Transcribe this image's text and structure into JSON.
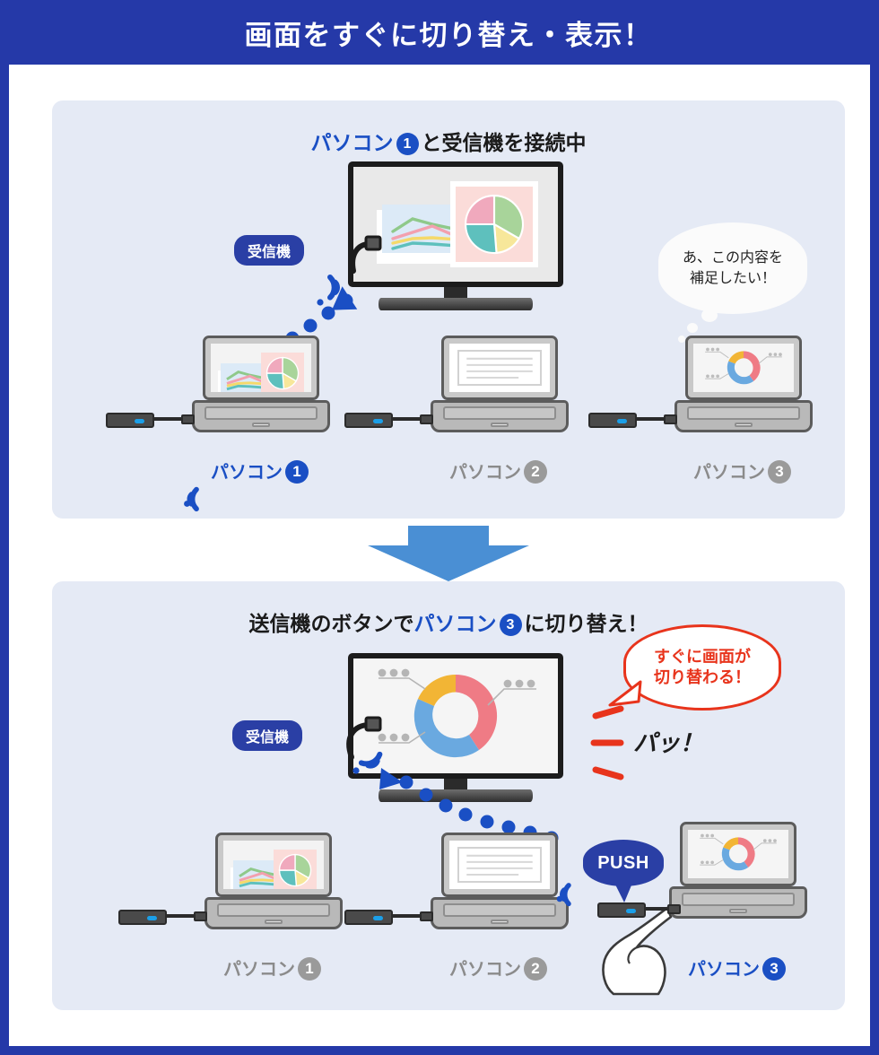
{
  "header": {
    "title": "画面をすぐに切り替え・表示！"
  },
  "colors": {
    "header_bg": "#2539a8",
    "panel_bg": "#e5eaf5",
    "accent_blue": "#1a4fc4",
    "pill_blue": "#2a3fa5",
    "arrow_blue": "#4a8fd4",
    "inactive_gray": "#9a9a9a",
    "alert_red": "#e8341c"
  },
  "panel1": {
    "title_prefix": "",
    "title_blue": "パソコン",
    "title_number": "1",
    "title_suffix": "と受信機を接続中",
    "receiver_label": "受信機",
    "thought_bubble": "あ、この内容を\n補足したい！",
    "thought_line1": "あ、この内容を",
    "thought_line2": "補足したい！",
    "laptops": [
      {
        "label": "パソコン",
        "number": "1",
        "state": "active",
        "screen": "line-pie-charts"
      },
      {
        "label": "パソコン",
        "number": "2",
        "state": "inactive",
        "screen": "document-lines"
      },
      {
        "label": "パソコン",
        "number": "3",
        "state": "inactive",
        "screen": "donut-chart"
      }
    ],
    "tv_screen": "line-pie-charts"
  },
  "panel2": {
    "title_prefix": "送信機のボタンで",
    "title_blue": "パソコン",
    "title_number": "3",
    "title_suffix": "に切り替え！",
    "receiver_label": "受信機",
    "alert_bubble_line1": "すぐに画面が",
    "alert_bubble_line2": "切り替わる！",
    "flash_text": "パッ！",
    "push_label": "PUSH",
    "laptops": [
      {
        "label": "パソコン",
        "number": "1",
        "state": "inactive",
        "screen": "line-pie-charts"
      },
      {
        "label": "パソコン",
        "number": "2",
        "state": "inactive",
        "screen": "document-lines"
      },
      {
        "label": "パソコン",
        "number": "3",
        "state": "active",
        "screen": "donut-chart"
      }
    ],
    "tv_screen": "donut-chart"
  },
  "chart_data": [
    {
      "type": "pie",
      "name": "tv-and-pc1-pie",
      "categories": [
        "segment-green",
        "segment-yellow",
        "segment-teal",
        "segment-pink"
      ],
      "values": [
        35,
        15,
        22,
        28
      ],
      "colors": [
        "#a8d49a",
        "#f7e79a",
        "#5ec0bd",
        "#f0a9bd"
      ],
      "title": "",
      "xlabel": "",
      "ylabel": ""
    },
    {
      "type": "line",
      "name": "tv-and-pc1-lines",
      "x": [
        0,
        1,
        2,
        3
      ],
      "series": [
        {
          "name": "green",
          "values": [
            52,
            72,
            62,
            45
          ],
          "color": "#8fc98a"
        },
        {
          "name": "pink",
          "values": [
            38,
            50,
            60,
            40
          ],
          "color": "#f3a0ae"
        },
        {
          "name": "yellow",
          "values": [
            26,
            38,
            40,
            36
          ],
          "color": "#f5d96a"
        },
        {
          "name": "teal",
          "values": [
            14,
            26,
            24,
            20
          ],
          "color": "#5ec0bd"
        }
      ],
      "title": "",
      "xlabel": "",
      "ylabel": ""
    },
    {
      "type": "pie",
      "name": "pc3-and-big-tv-donut",
      "categories": [
        "segment-red",
        "segment-blue",
        "segment-yellow"
      ],
      "values": [
        52,
        28,
        20
      ],
      "colors": [
        "#ef7b85",
        "#6aa9e0",
        "#f2b535"
      ],
      "title": "",
      "xlabel": "",
      "ylabel": "",
      "callout_labels": [
        "•••",
        "•••",
        "•••"
      ]
    }
  ]
}
